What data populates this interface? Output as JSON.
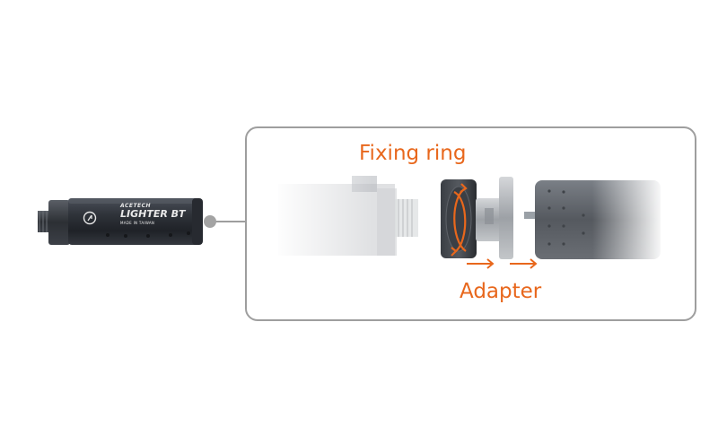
{
  "product": {
    "logo_lines": [
      "ACETECH",
      "LIGHTER BT"
    ],
    "logo_small_text": "MADE IN TAIWAN"
  },
  "callout": {
    "fixing_ring_label": "Fixing ring",
    "adapter_label": "Adapter"
  },
  "colors": {
    "accent": "#e8671c",
    "frame": "#9e9e9e",
    "device_body": "#2b2f36"
  }
}
